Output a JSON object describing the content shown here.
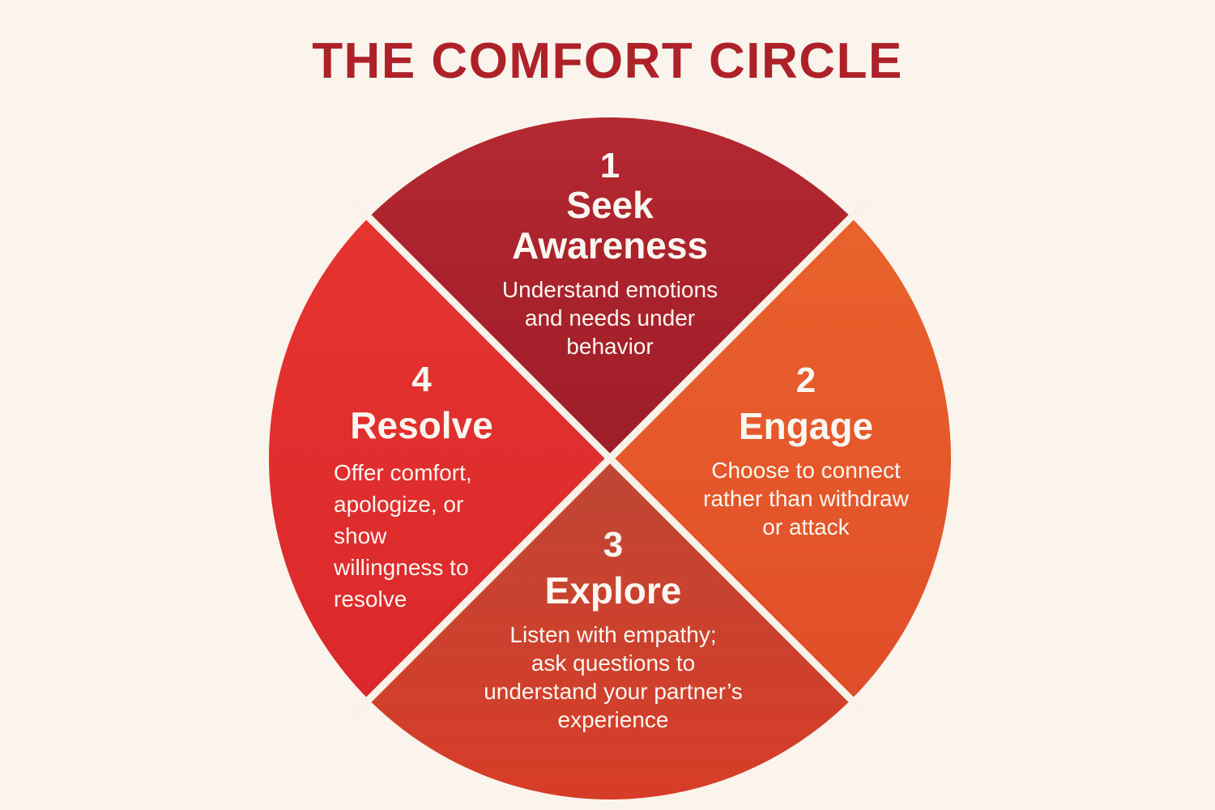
{
  "title": "THE COMFORT CIRCLE",
  "colors": {
    "background": "#faf4ec",
    "title_text": "#ae2129",
    "label_text": "#fcf7f0",
    "divider": "#f8f2e9",
    "segment1_top": "#b52831",
    "segment1_bottom": "#9d1d27",
    "segment2_top": "#e9622c",
    "segment2_bottom": "#e04e29",
    "segment3_top": "#bf4634",
    "segment3_bottom": "#d73d28",
    "segment4_top": "#e6342f",
    "segment4_bottom": "#db282c"
  },
  "segments": [
    {
      "number": "1",
      "title": "Seek\nAwareness",
      "description": "Understand emotions\nand needs under\nbehavior"
    },
    {
      "number": "2",
      "title": "Engage",
      "description": "Choose to connect\nrather than withdraw\nor attack"
    },
    {
      "number": "3",
      "title": "Explore",
      "description": "Listen with empathy;\nask questions to\nunderstand your partner’s\nexperience"
    },
    {
      "number": "4",
      "title": "Resolve",
      "description": "Offer comfort,\napologize, or show\nwillingness to\nresolve"
    }
  ]
}
